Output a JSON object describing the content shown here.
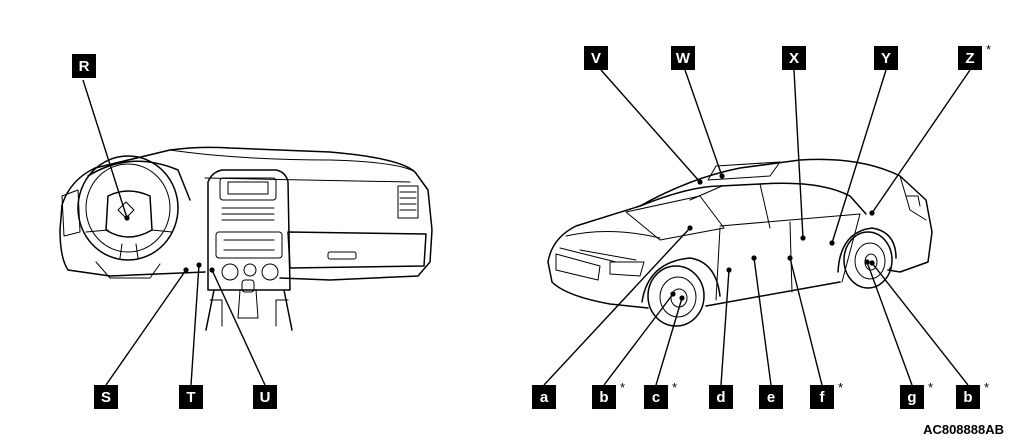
{
  "diagram": {
    "interior_labels": [
      {
        "id": "R",
        "text": "R",
        "asterisk": false
      },
      {
        "id": "S",
        "text": "S",
        "asterisk": false
      },
      {
        "id": "T",
        "text": "T",
        "asterisk": false
      },
      {
        "id": "U",
        "text": "U",
        "asterisk": false
      }
    ],
    "exterior_top_labels": [
      {
        "id": "V",
        "text": "V",
        "asterisk": false
      },
      {
        "id": "W",
        "text": "W",
        "asterisk": false
      },
      {
        "id": "X",
        "text": "X",
        "asterisk": false
      },
      {
        "id": "Y",
        "text": "Y",
        "asterisk": false
      },
      {
        "id": "Z",
        "text": "Z",
        "asterisk": true
      }
    ],
    "exterior_bottom_labels": [
      {
        "id": "a",
        "text": "a",
        "asterisk": false
      },
      {
        "id": "b1",
        "text": "b",
        "asterisk": true
      },
      {
        "id": "c",
        "text": "c",
        "asterisk": true
      },
      {
        "id": "d",
        "text": "d",
        "asterisk": false
      },
      {
        "id": "e",
        "text": "e",
        "asterisk": false
      },
      {
        "id": "f",
        "text": "f",
        "asterisk": true
      },
      {
        "id": "g",
        "text": "g",
        "asterisk": true
      },
      {
        "id": "b2",
        "text": "b",
        "asterisk": true
      }
    ],
    "asterisk_symbol": "*",
    "figure_code": "AC808888AB"
  }
}
